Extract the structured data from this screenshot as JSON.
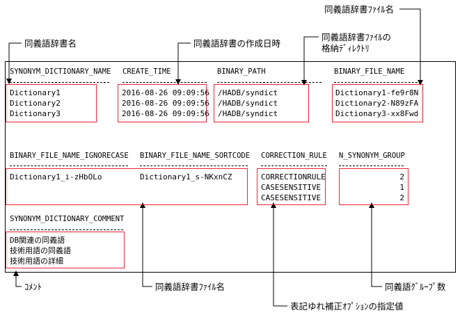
{
  "callouts": {
    "binary_file_name": "同義語辞書ﾌｧｲﾙ名",
    "dictionary_name": "同義語辞書名",
    "create_date": "同義語辞書の作成日時",
    "storage_dir_line1": "同義語辞書ﾌｧｲﾙの",
    "storage_dir_line2": "格納ﾃﾞｨﾚｸﾄﾘ",
    "comment": "ｺﾒﾝﾄ",
    "sortcode_file_name": "同義語辞書ﾌｧｲﾙ名",
    "group_count": "同義語ｸﾞﾙｰﾌﾟ数",
    "correction_option": "表記ゆれ補正ｵﾌﾟｼｮﾝの指定値"
  },
  "headers": {
    "synonym_dictionary_name": "SYNONYM_DICTIONARY_NAME",
    "create_time": "CREATE_TIME",
    "binary_path": "BINARY_PATH",
    "binary_file_name": "BINARY_FILE_NAME",
    "binary_file_name_ignorecase": "BINARY_FILE_NAME_IGNORECASE",
    "binary_file_name_sortcode": "BINARY_FILE_NAME_SORTCODE",
    "correction_rule": "CORRECTION_RULE",
    "n_synonym_group": "N_SYNONYM_GROUP",
    "synonym_dictionary_comment": "SYNONYM_DICTIONARY_COMMENT"
  },
  "rows": {
    "names": [
      "Dictionary1",
      "Dictionary2",
      "Dictionary3"
    ],
    "create_times": [
      "2016-08-26 09:09:56",
      "2016-08-26 09:09:56",
      "2016-08-26 09:09:56"
    ],
    "binary_paths": [
      "/HADB/syndict",
      "/HADB/syndict",
      "/HADB/syndict"
    ],
    "binary_file_names": [
      "Dictionary1-fe9r8N",
      "Dictionary2-N89zFA",
      "Dictionary3-xx8Fwd"
    ],
    "ignorecase": [
      "Dictionary1_i-zHbOLo"
    ],
    "sortcode": [
      "Dictionary1_s-NKxnCZ"
    ],
    "correction_rules": [
      "CORRECTIONRULE",
      "CASESENSITIVE",
      "CASESENSITIVE"
    ],
    "group_counts": [
      "2",
      "1",
      "2"
    ],
    "comments": [
      "DB関連の同義語",
      "技術用語の同義語",
      "技術用語の詳細"
    ]
  }
}
